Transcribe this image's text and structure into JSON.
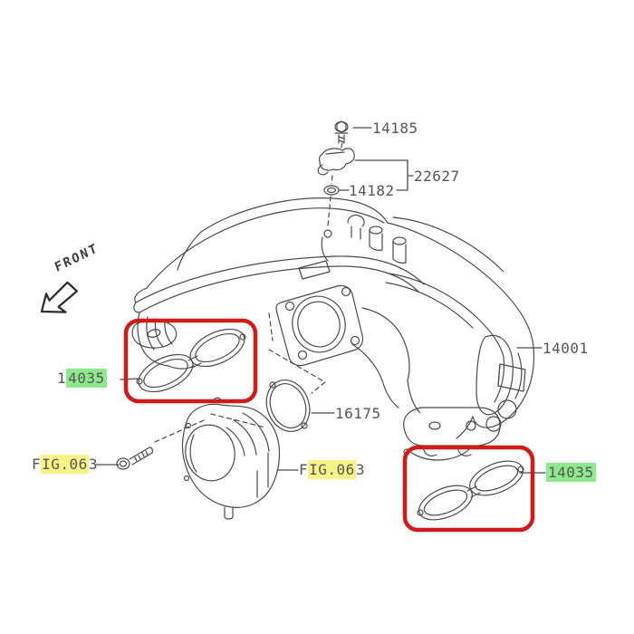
{
  "front_indicator": {
    "label": "FRONT"
  },
  "labels": {
    "bolt": {
      "text": "14185"
    },
    "sensor": {
      "text": "22627"
    },
    "oring": {
      "text": "14182"
    },
    "manifold": {
      "text": "14001"
    },
    "throttle_gasket": {
      "text": "16175"
    },
    "gasket_left": {
      "full": "14035",
      "pre": "1",
      "highlight": "4035"
    },
    "gasket_right": {
      "full": "14035",
      "highlight": "14035"
    },
    "fig_left": {
      "full": "FIG.063",
      "pre": "F",
      "highlight": "IG.06",
      "suf": "3"
    },
    "fig_right": {
      "full": "FIG.063",
      "pre": "F",
      "highlight": "IG.06",
      "suf": "3"
    }
  },
  "colors": {
    "part_highlight_green": "#8ee98e",
    "fig_highlight_yellow": "#f7f388",
    "callout_box_red": "#d11a1a",
    "drawing_line": "#4a4a4a",
    "label_text": "#555555"
  }
}
